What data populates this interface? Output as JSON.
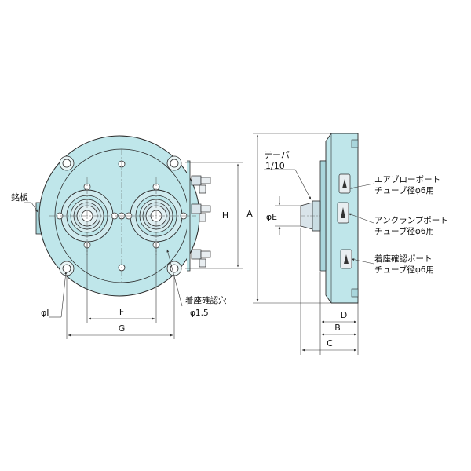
{
  "colors": {
    "body": "#bfe6ea",
    "bodyDark": "#a9d6dc",
    "line": "#2a2a2a",
    "dim": "#333333",
    "metal": "#d9e4ea"
  },
  "labels": {
    "nameplate": "銘板",
    "taper": "テーパ",
    "taper_ratio": "1/10",
    "dia_E": "φE",
    "dim_A": "A",
    "dim_B": "B",
    "dim_C": "C",
    "dim_D": "D",
    "dim_F": "F",
    "dim_G": "G",
    "dim_H": "H",
    "dim_I": "φI",
    "seat_hole": "着座確認穴",
    "seat_hole_dia": "φ1.5",
    "port_airblow": "エアブローポート",
    "port_airblow_tube": "チューブ径φ6用",
    "port_unclamp": "アンクランプポート",
    "port_unclamp_tube": "チューブ径φ6用",
    "port_seat": "着座確認ポート",
    "port_seat_tube": "チューブ径φ6用"
  }
}
